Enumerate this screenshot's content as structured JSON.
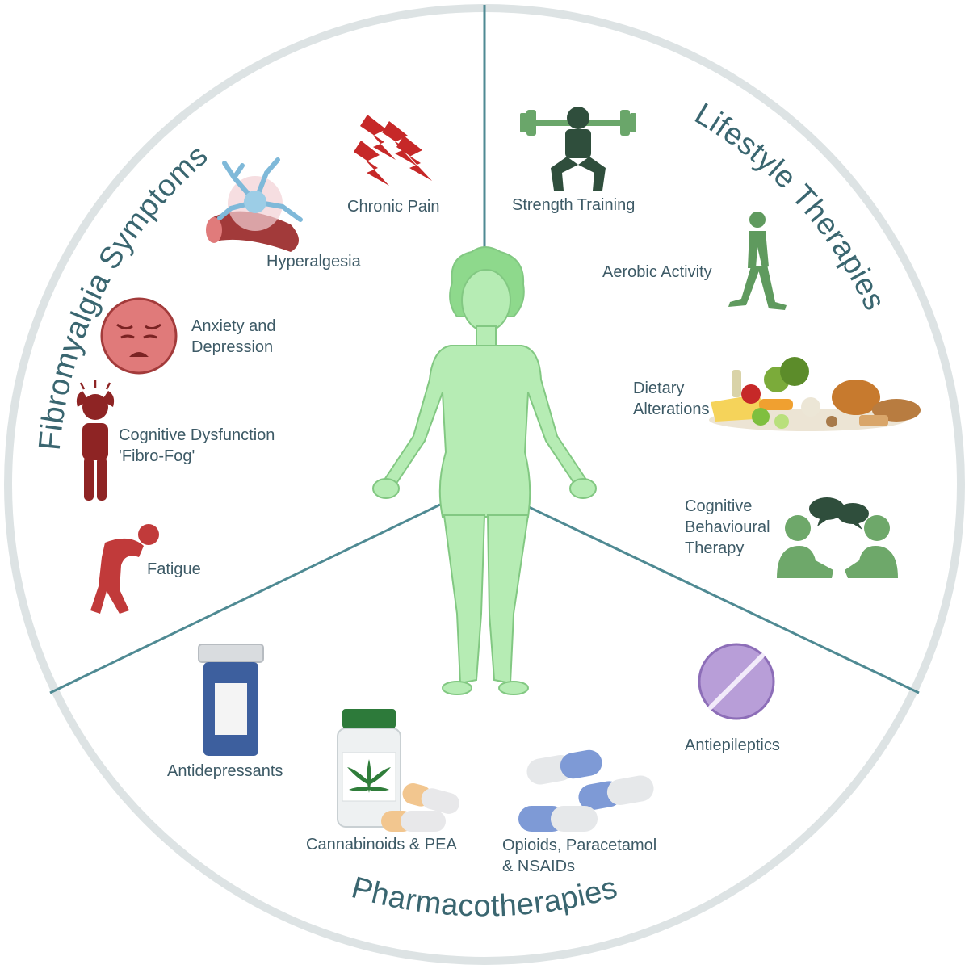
{
  "sections": {
    "symptoms": "Fibromyalgia Symptoms",
    "lifestyle": "Lifestyle Therapies",
    "pharma": "Pharmacotherapies"
  },
  "symptoms": {
    "chronic_pain": "Chronic Pain",
    "hyperalgesia": "Hyperalgesia",
    "anxiety_line1": "Anxiety and",
    "anxiety_line2": "Depression",
    "cognitive_line1": "Cognitive Dysfunction",
    "cognitive_line2": "'Fibro-Fog'",
    "fatigue": "Fatigue"
  },
  "lifestyle": {
    "strength": "Strength Training",
    "aerobic": "Aerobic Activity",
    "dietary_line1": "Dietary",
    "dietary_line2": "Alterations",
    "cbt_line1": "Cognitive",
    "cbt_line2": "Behavioural",
    "cbt_line3": "Therapy"
  },
  "pharma": {
    "antidepressants": "Antidepressants",
    "cannabinoids": "Cannabinoids & PEA",
    "opioids_line1": "Opioids, Paracetamol",
    "opioids_line2": "& NSAIDs",
    "antiepileptics": "Antiepileptics"
  },
  "colors": {
    "ring": "#dde3e4",
    "divider": "#4f8a93",
    "section_text": "#3a6670",
    "symptom_red": "#9c2a2a",
    "lifestyle_green": "#5f9a5e",
    "body_green": "#a8e6a8"
  },
  "icons": [
    "lightning-icon",
    "neuron-icon",
    "sad-face-icon",
    "head-pain-person-icon",
    "tired-person-icon",
    "barbell-icon",
    "walking-person-icon",
    "food-icon",
    "conversation-icon",
    "pill-bottle-icon",
    "cannabis-bottle-icon",
    "capsule-icon",
    "tablet-icon",
    "human-body-icon"
  ]
}
